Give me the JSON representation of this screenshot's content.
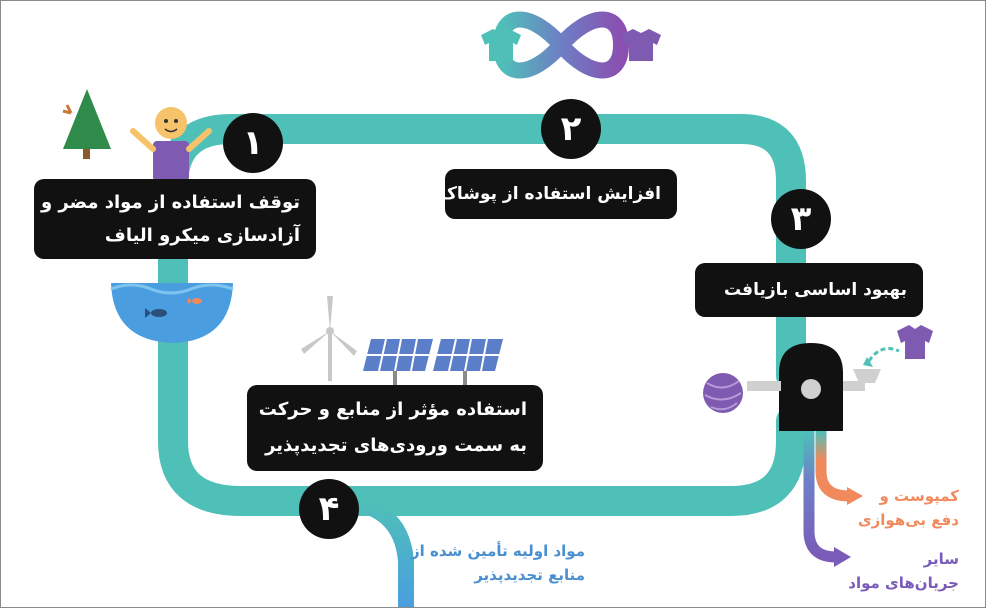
{
  "steps": [
    {
      "number": "۱",
      "label_lines": [
        "توقف استفاده از مواد مضر و",
        "آزادسازی میکرو الیاف"
      ]
    },
    {
      "number": "۲",
      "label_lines": [
        "افزایش استفاده از پوشاک"
      ]
    },
    {
      "number": "۳",
      "label_lines": [
        "بهبود اساسی بازیافت"
      ]
    },
    {
      "number": "۴",
      "label_lines": [
        "استفاده مؤثر از منابع و حرکت",
        "به سمت ورودی‌های تجدیدپذیر"
      ]
    }
  ],
  "flows": {
    "renewable_input": [
      "مواد اولیه تأمین شده از",
      "منابع تجدیدپذیر"
    ],
    "compost": [
      "کمپوست و",
      "دفع بی‌هوازی"
    ],
    "other": [
      "سایر",
      "جریان‌های مواد"
    ]
  },
  "icons": [
    "infinity-shirts-icon",
    "tree-icon",
    "person-icon",
    "water-fish-icon",
    "wind-turbine-icon",
    "solar-panel-icon",
    "recycling-machine-icon",
    "yarn-ball-icon",
    "tshirt-icon"
  ],
  "colors": {
    "loop": "#4fc0b8",
    "badge": "#111111",
    "label_bg": "#111111",
    "renewable_flow": "#4a9ee0",
    "compost_flow": "#f08a5d",
    "other_flow": "#7a5bb8",
    "purple_accent": "#7e5bb0"
  }
}
